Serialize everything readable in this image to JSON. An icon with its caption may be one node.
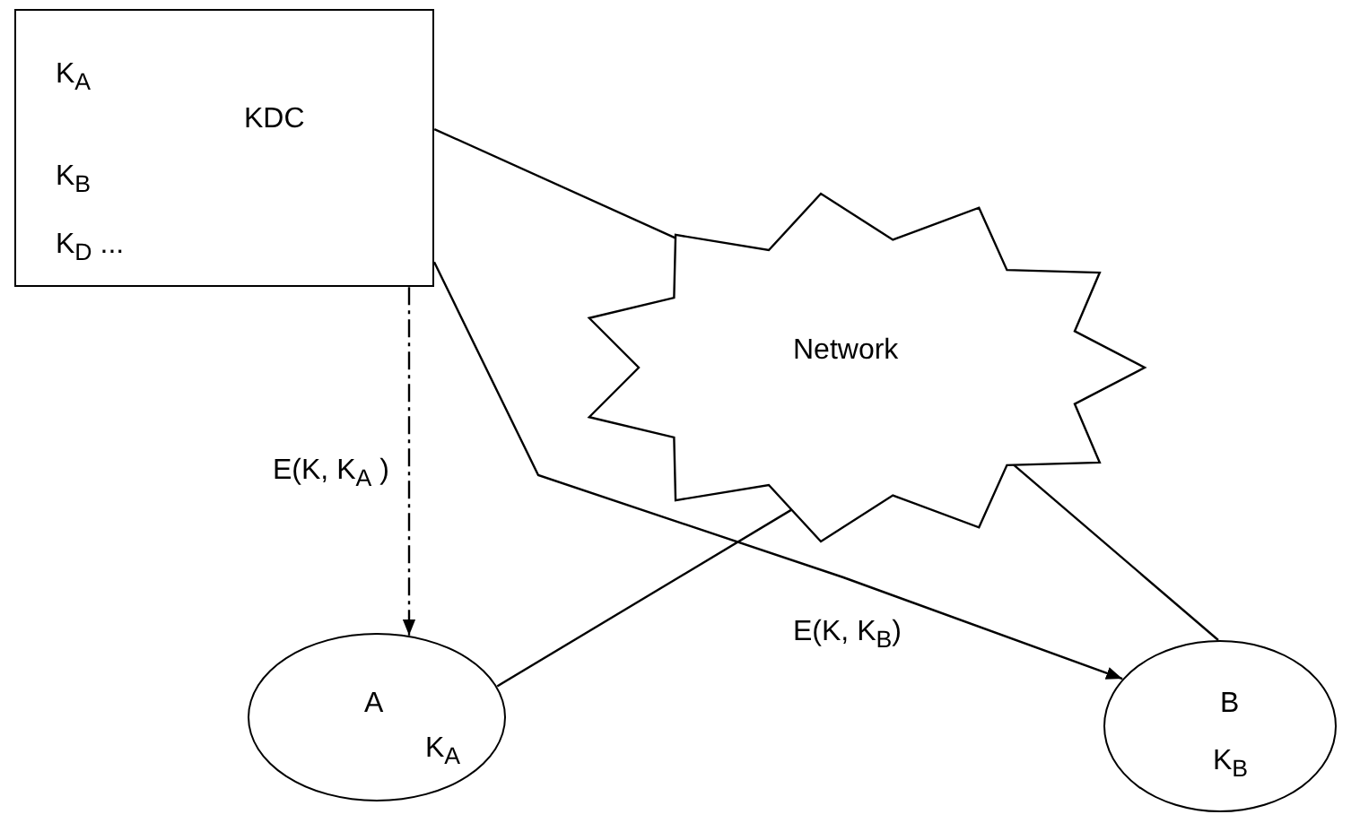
{
  "diagram": {
    "nodes": [
      {
        "text": [
          "K$_{A}$",
          "KDC",
          "K$_{B}$",
          "K$_{D}$ ..."
        ]
      },
      {
        "text": [
          "Network"
        ]
      },
      {
        "text": [
          "A",
          "K$_{A}$"
        ]
      },
      {
        "text": [
          "B",
          "K$_{B}$"
        ]
      }
    ],
    "edges": [
      {
        "from": 0,
        "to": 2,
        "arrow": "to",
        "label": "E(K, K$_{A}$ )",
        "style": "dashed"
      },
      {
        "from": 0,
        "to": 3,
        "arrow": "to",
        "label": "E(K, K$_{B}$)"
      },
      {
        "from": 0,
        "to": 1,
        "arrow": "none"
      },
      {
        "from": 1,
        "to": 2,
        "arrow": "none"
      },
      {
        "from": 1,
        "to": 3,
        "arrow": "none"
      }
    ]
  }
}
